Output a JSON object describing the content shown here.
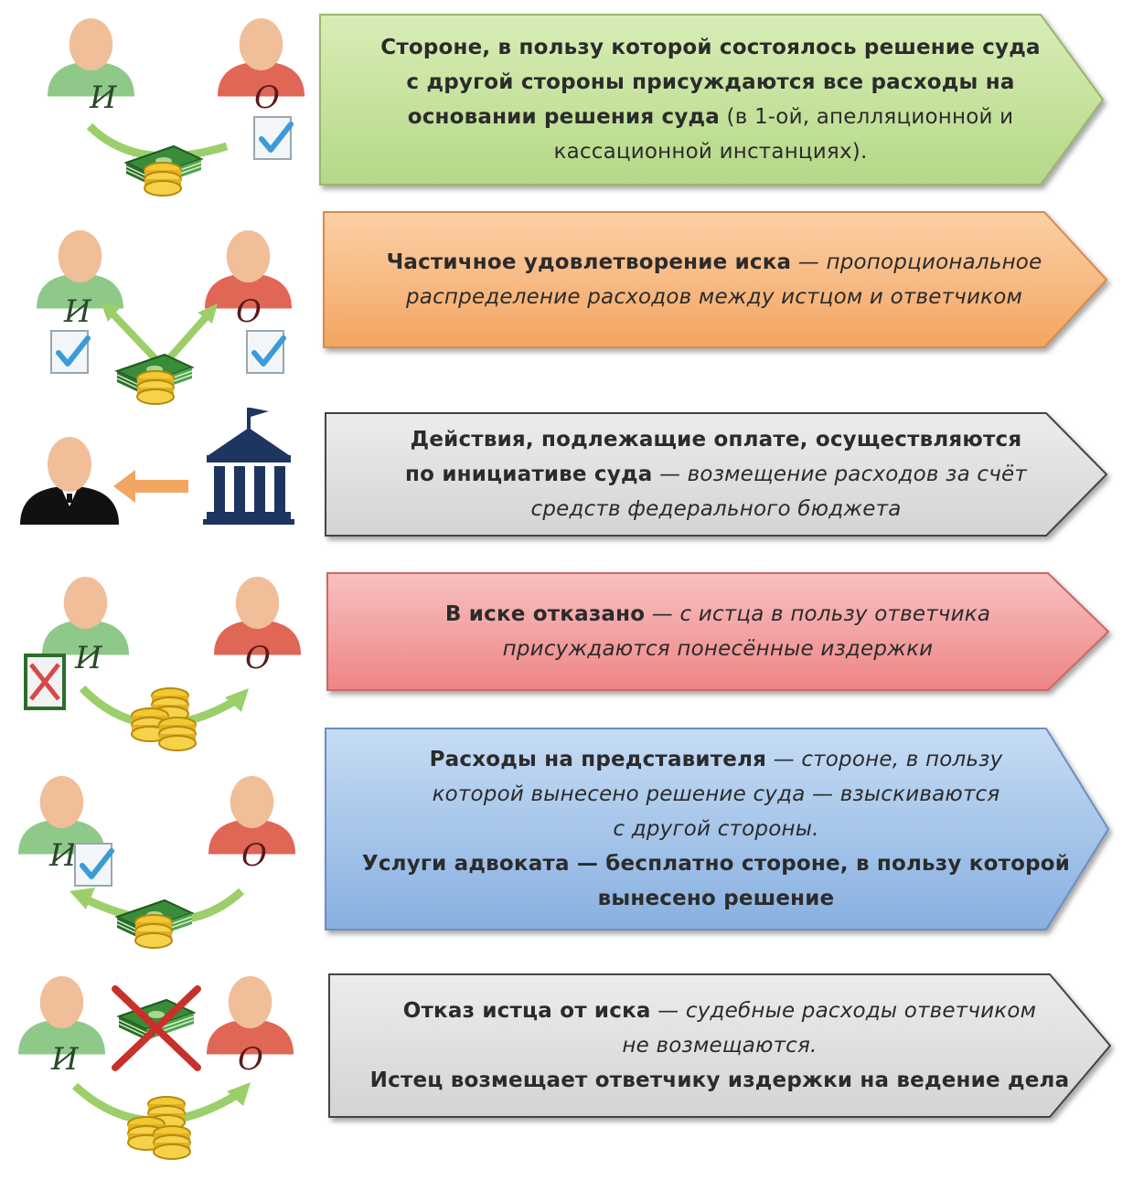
{
  "colors": {
    "green": "#c8e3a0",
    "orange": "#f6b97f",
    "gray": "#e1e1e1",
    "red": "#f4a3a3",
    "blue": "#a9c7ea",
    "person_green": "#8fc98a",
    "person_red": "#e06656",
    "head": "#f0be98",
    "building": "#1e3560"
  },
  "letters": {
    "plaintiff": "И",
    "defendant": "О"
  },
  "icons": [
    "person-icon",
    "money-stack-icon",
    "coins-icon",
    "checked-document-icon",
    "rejected-document-icon",
    "court-building-icon",
    "judge-icon",
    "arrow-icon",
    "cross-icon"
  ],
  "rows": [
    {
      "p1_bold": "Стороне, в пользу которой состоялось решение суда",
      "p2_bold": "с другой стороны присуждаются все расходы на",
      "p3_bold": "основании решения суда",
      "p3_normal": " (в 1-ой, апелляционной и",
      "p4_normal": "кассационной инстанциях)."
    },
    {
      "p1_bold": "Частичное удовлетворение иска",
      "p1_italic": " — пропорциональное",
      "p2_italic": "распределение расходов между истцом и ответчиком"
    },
    {
      "p1_bold": "Действия, подлежащие оплате, осуществляются",
      "p2_bold": "по инициативе суда",
      "p2_italic": " — возмещение расходов за счёт",
      "p3_italic": "средств федерального бюджета"
    },
    {
      "p1_bold": "В иске отказано",
      "p1_italic": " — с истца в пользу ответчика",
      "p2_italic": "присуждаются понесённые издержки"
    },
    {
      "p1_bold": "Расходы на представителя",
      "p1_italic": " — стороне, в пользу",
      "p2_italic": "которой вынесено решение суда — взыскиваются",
      "p3_italic": "с другой стороны.",
      "p4_bold": "Услуги адвоката — бесплатно стороне, в пользу которой",
      "p5_bold": "вынесено решение"
    },
    {
      "p1_bold": "Отказ истца от иска",
      "p1_italic": " — судебные расходы ответчиком",
      "p2_italic": "не возмещаются.",
      "p3_normal": "Истец возмещает ответчику издержки на ведение дела"
    }
  ]
}
